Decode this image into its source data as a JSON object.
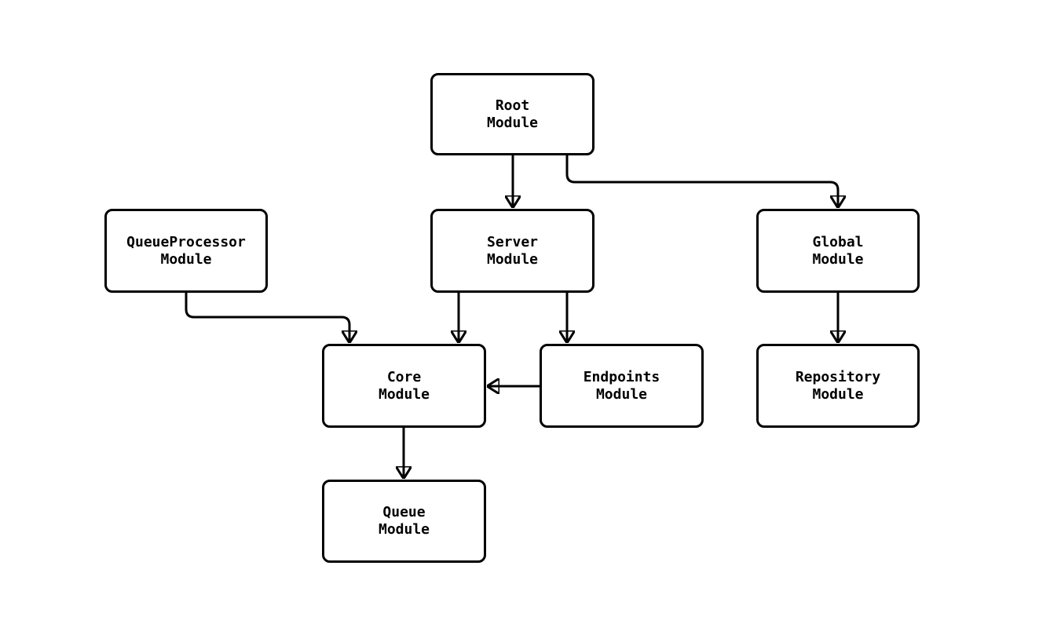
{
  "diagram": {
    "type": "module-dependency-graph",
    "background_color": "#ffffff",
    "node_fill_color": "#ffffff",
    "stroke_color": "#000000",
    "nodes": {
      "root": {
        "label": "Root\nModule"
      },
      "queue_processor": {
        "label": "QueueProcessor\nModule"
      },
      "server": {
        "label": "Server\nModule"
      },
      "global": {
        "label": "Global\nModule"
      },
      "core": {
        "label": "Core\nModule"
      },
      "endpoints": {
        "label": "Endpoints\nModule"
      },
      "repository": {
        "label": "Repository\nModule"
      },
      "queue": {
        "label": "Queue\nModule"
      }
    },
    "edges": [
      {
        "from": "Root Module",
        "to": "Server Module"
      },
      {
        "from": "Root Module",
        "to": "Global Module"
      },
      {
        "from": "QueueProcessor Module",
        "to": "Core Module"
      },
      {
        "from": "Server Module",
        "to": "Core Module"
      },
      {
        "from": "Server Module",
        "to": "Endpoints Module"
      },
      {
        "from": "Endpoints Module",
        "to": "Core Module"
      },
      {
        "from": "Global Module",
        "to": "Repository Module"
      },
      {
        "from": "Core Module",
        "to": "Queue Module"
      }
    ]
  }
}
